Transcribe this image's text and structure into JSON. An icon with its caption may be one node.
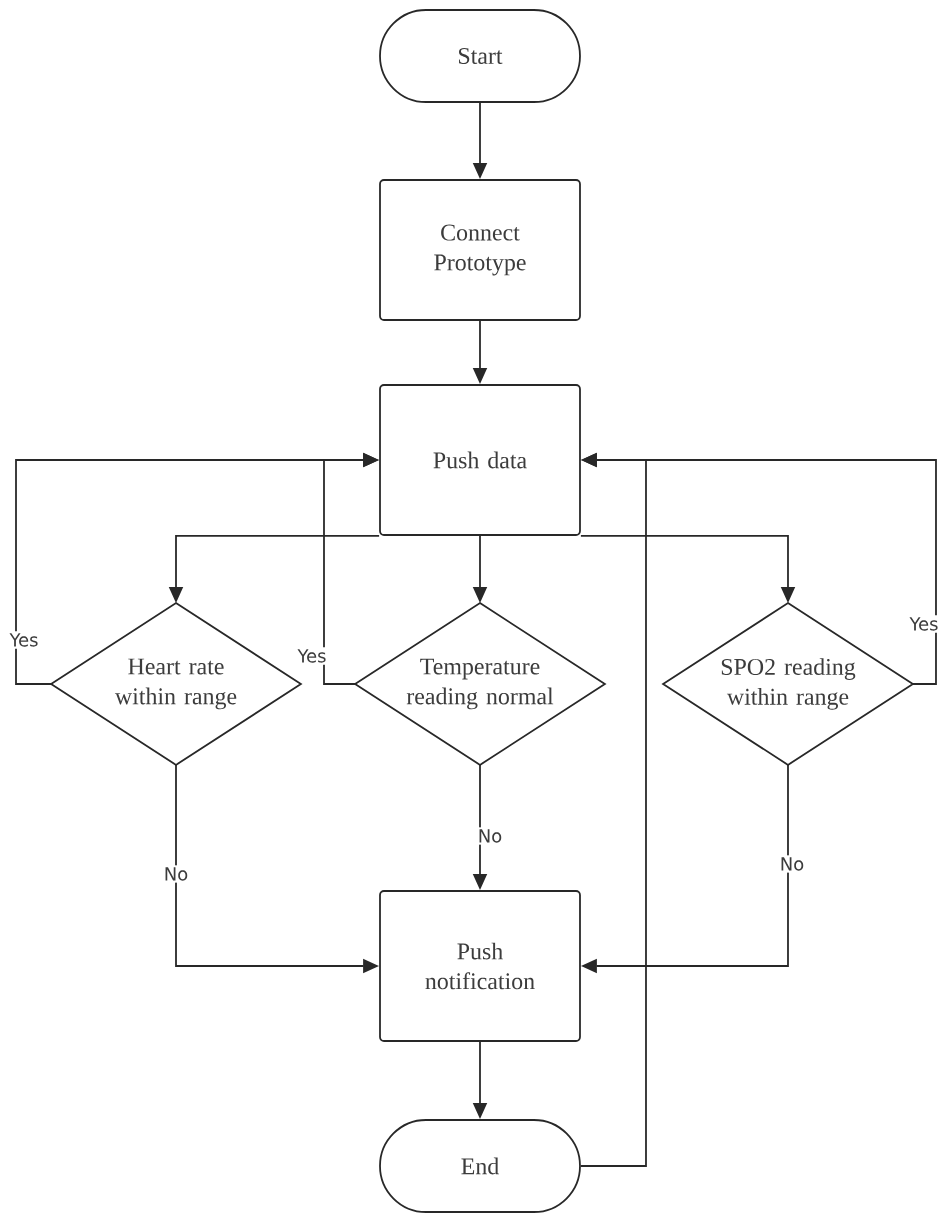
{
  "diagram": {
    "nodes": [
      {
        "text": [
          "Start"
        ]
      },
      {
        "text": [
          "Connect Prototype"
        ]
      },
      {
        "text": [
          "Push data"
        ]
      },
      {
        "text": [
          "Heart rate within range"
        ]
      },
      {
        "text": [
          "Temperature reading normal"
        ]
      },
      {
        "text": [
          "SPO2 reading within range"
        ]
      },
      {
        "text": [
          "Push notification"
        ]
      },
      {
        "text": [
          "End"
        ]
      }
    ],
    "edges": [
      {
        "from": 0,
        "to": 1,
        "arrow": "to"
      },
      {
        "from": 1,
        "to": 2,
        "arrow": "to"
      },
      {
        "from": 2,
        "to": 3,
        "arrow": "to"
      },
      {
        "from": 2,
        "to": 4,
        "arrow": "to"
      },
      {
        "from": 2,
        "to": 5,
        "arrow": "to"
      },
      {
        "from": 3,
        "to": 2,
        "arrow": "to",
        "label": "Yes"
      },
      {
        "from": 4,
        "to": 2,
        "arrow": "to",
        "label": "Yes"
      },
      {
        "from": 5,
        "to": 2,
        "arrow": "to",
        "label": "Yes"
      },
      {
        "from": 3,
        "to": 6,
        "arrow": "to",
        "label": "No"
      },
      {
        "from": 4,
        "to": 6,
        "arrow": "to",
        "label": "No"
      },
      {
        "from": 5,
        "to": 6,
        "arrow": "to",
        "label": "No"
      },
      {
        "from": 6,
        "to": 7,
        "arrow": "to"
      },
      {
        "from": 7,
        "to": 2,
        "arrow": "to"
      }
    ]
  }
}
